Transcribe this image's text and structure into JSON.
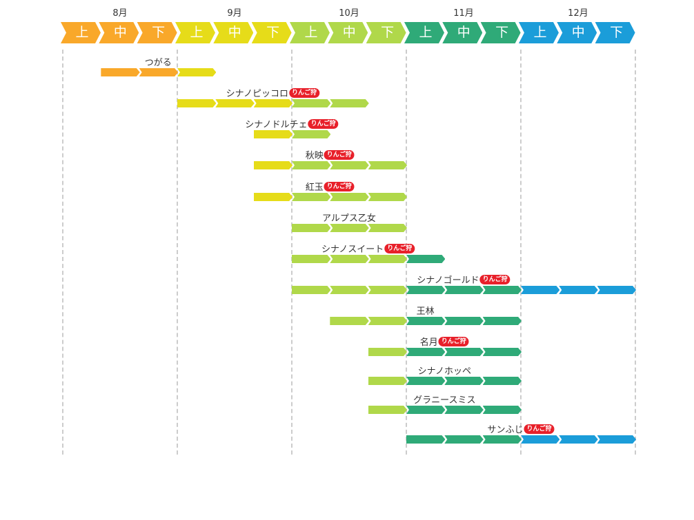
{
  "months": [
    "8月",
    "9月",
    "10月",
    "11月",
    "12月"
  ],
  "month_colors": [
    "#f9a82a",
    "#e6dc19",
    "#b0d84a",
    "#2faa78",
    "#1b9dd9"
  ],
  "thirds": [
    "上",
    "中",
    "下"
  ],
  "badge_label": "りんご狩",
  "varieties": [
    {
      "name": "つがる",
      "badge": false,
      "start": 1,
      "end": 3
    },
    {
      "name": "シナノピッコロ",
      "badge": true,
      "start": 3,
      "end": 7
    },
    {
      "name": "シナノドルチェ",
      "badge": true,
      "start": 5,
      "end": 6
    },
    {
      "name": "秋映",
      "badge": true,
      "start": 5,
      "end": 8
    },
    {
      "name": "紅玉",
      "badge": true,
      "start": 5,
      "end": 8
    },
    {
      "name": "アルプス乙女",
      "badge": false,
      "start": 6,
      "end": 8
    },
    {
      "name": "シナノスイート",
      "badge": true,
      "start": 6,
      "end": 9
    },
    {
      "name": "シナノゴールド",
      "badge": true,
      "start": 6,
      "end": 14
    },
    {
      "name": "王林",
      "badge": false,
      "start": 7,
      "end": 11
    },
    {
      "name": "名月",
      "badge": true,
      "start": 8,
      "end": 11
    },
    {
      "name": "シナノホッペ",
      "badge": false,
      "start": 8,
      "end": 11
    },
    {
      "name": "グラニースミス",
      "badge": false,
      "start": 8,
      "end": 11
    },
    {
      "name": "サンふじ",
      "badge": true,
      "start": 9,
      "end": 14
    }
  ]
}
